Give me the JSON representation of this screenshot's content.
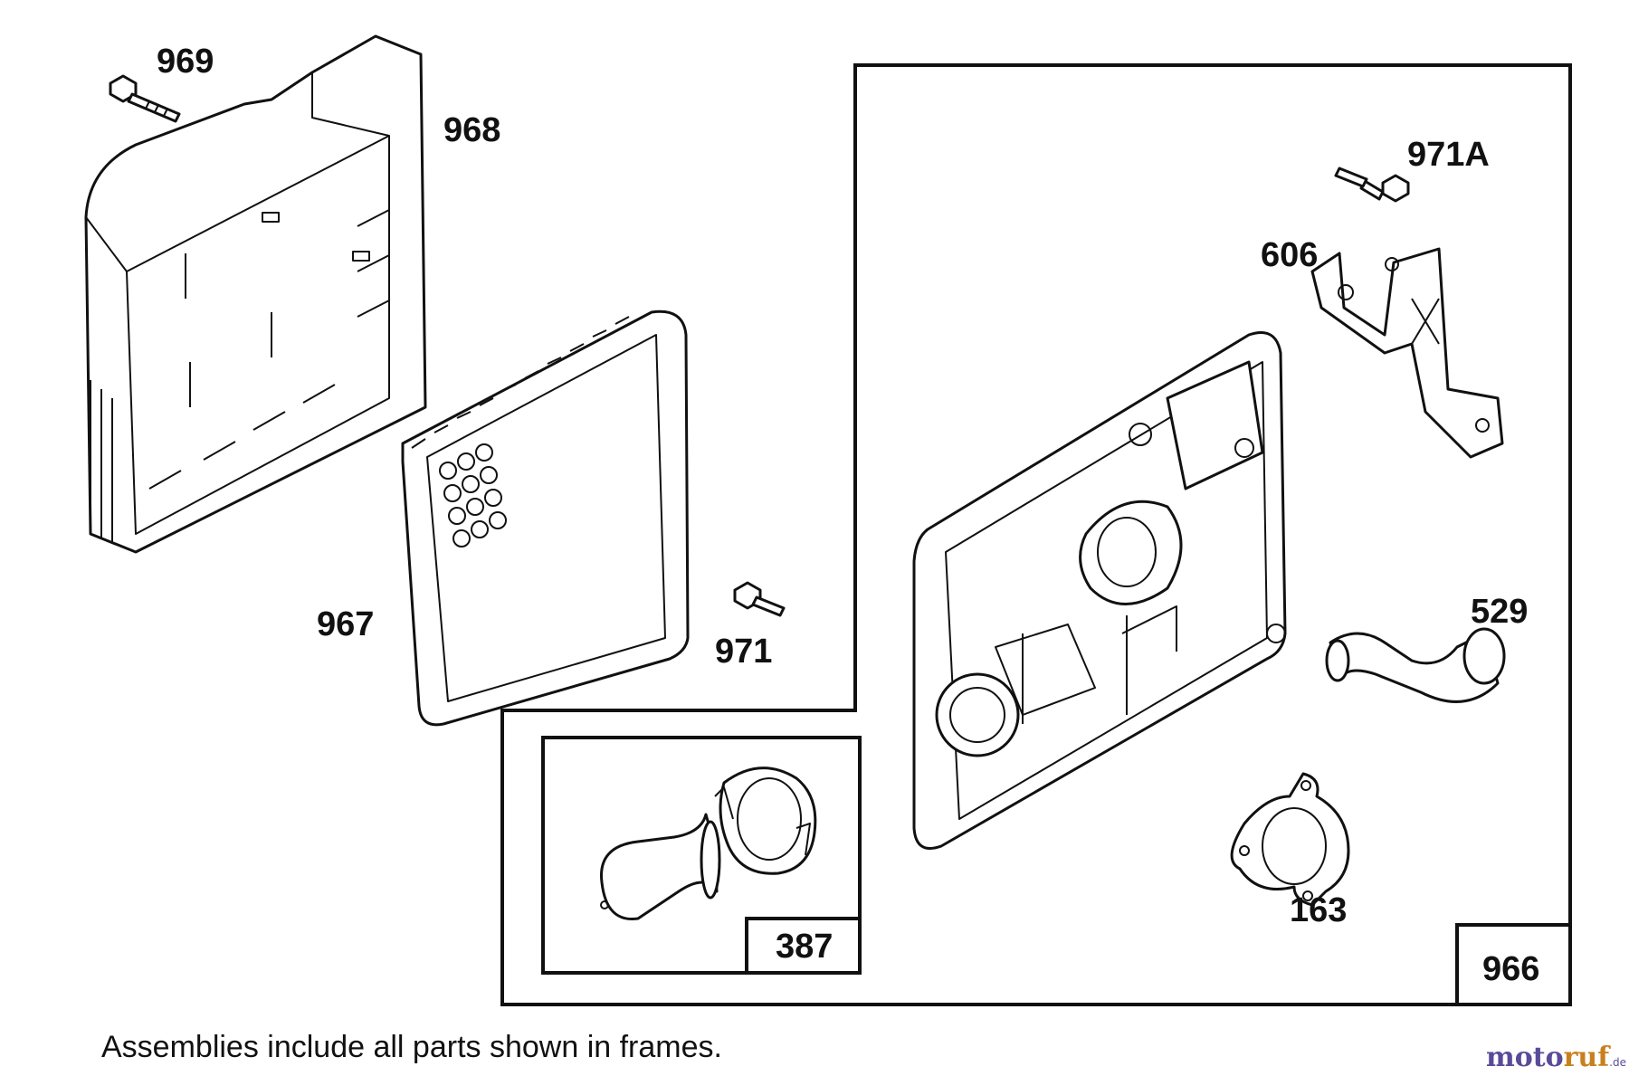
{
  "labels": {
    "p969": "969",
    "p968": "968",
    "p967": "967",
    "p971": "971",
    "p971a": "971A",
    "p606": "606",
    "p529": "529",
    "p163": "163",
    "p387": "387",
    "p966": "966"
  },
  "note": "Assemblies include all parts shown in frames.",
  "watermark": {
    "part1": "moto",
    "part2": "ruf",
    "suffix": ".de"
  }
}
